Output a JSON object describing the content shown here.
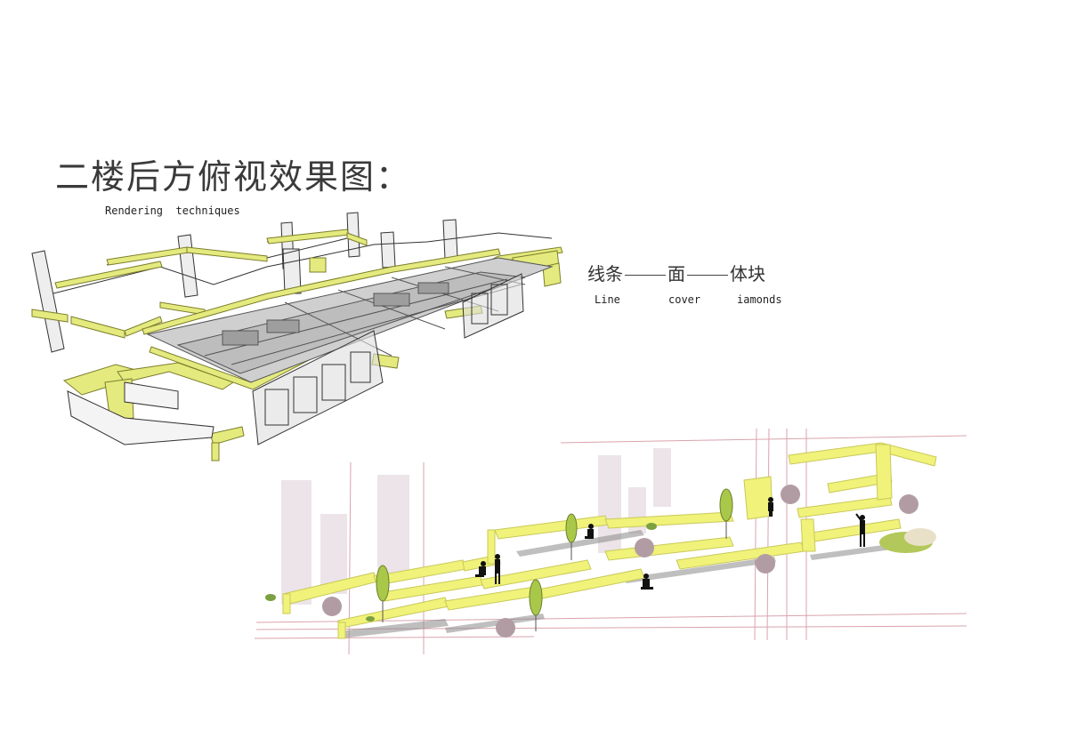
{
  "title": "二楼后方俯视效果图：",
  "subtitle": "Rendering  techniques",
  "concept": {
    "line_zh": "线条",
    "cover_zh": "面",
    "block_zh": "体块",
    "line_en": "Line",
    "cover_en": "cover",
    "block_en": "iamonds"
  },
  "colors": {
    "accent": "#e4ea7e",
    "accent_edge": "#8f9130",
    "glass": "#c9c9c9",
    "grid_line": "#d9a3ad",
    "circle": "#b29ca3",
    "ghost": "#ece4e8",
    "figure": "#111111",
    "tree": "#a9c84a"
  }
}
